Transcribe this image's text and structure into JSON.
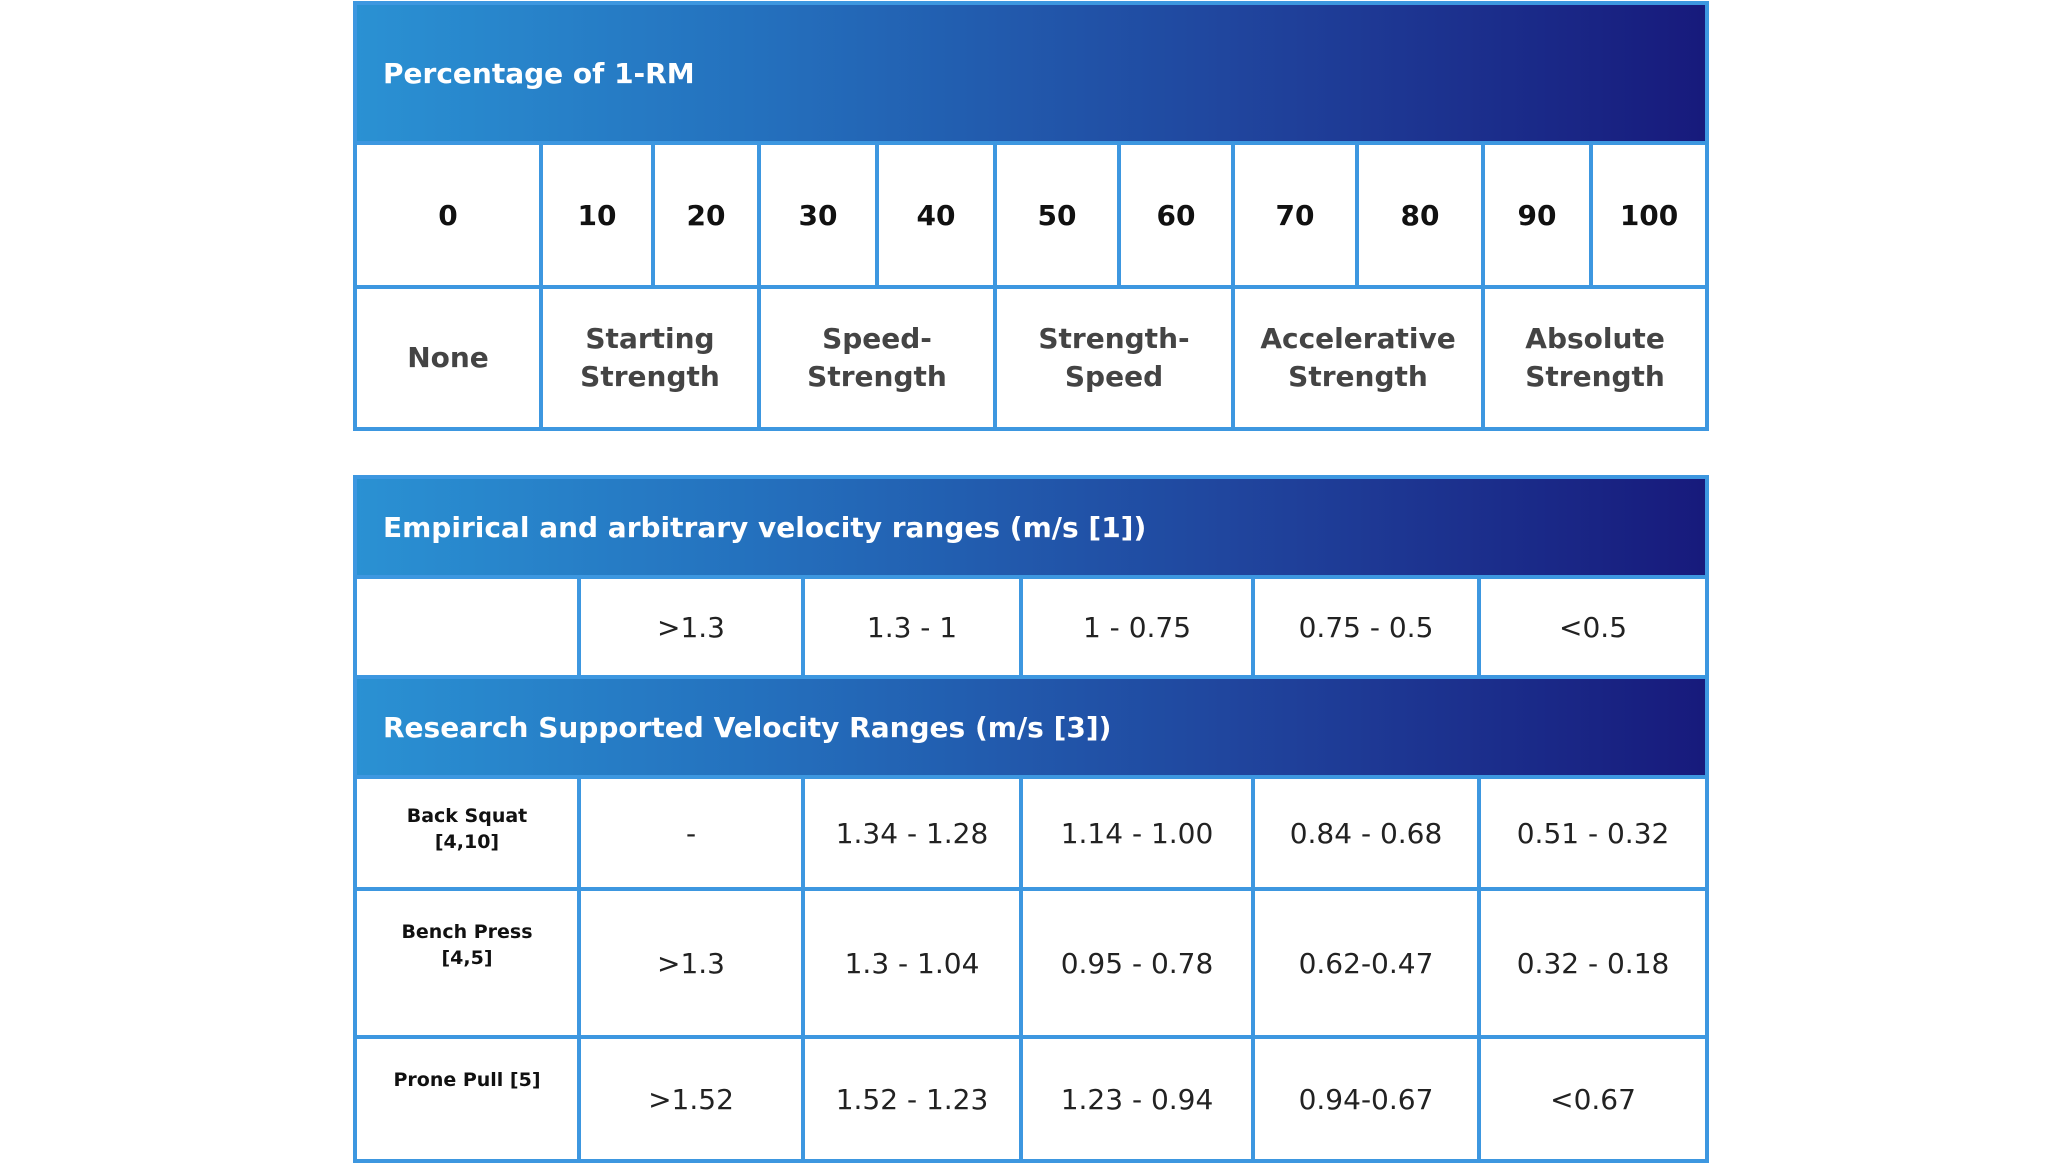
{
  "one_rm_table": {
    "title": "Percentage of 1-RM",
    "percentages": [
      "0",
      "10",
      "20",
      "30",
      "40",
      "50",
      "60",
      "70",
      "80",
      "90",
      "100"
    ],
    "zones": [
      {
        "line1": "None",
        "line2": ""
      },
      {
        "line1": "Starting",
        "line2": "Strength"
      },
      {
        "line1": "Speed-",
        "line2": "Strength"
      },
      {
        "line1": "Strength-",
        "line2": "Speed"
      },
      {
        "line1": "Accelerative",
        "line2": "Strength"
      },
      {
        "line1": "Absolute",
        "line2": "Strength"
      }
    ]
  },
  "velocity_table": {
    "empirical_title": "Empirical and arbitrary velocity ranges (m/s [1])",
    "empirical_ranges": [
      ">1.3",
      "1.3 - 1",
      "1 - 0.75",
      "0.75 - 0.5",
      "<0.5"
    ],
    "research_title": "Research Supported Velocity Ranges (m/s [3])",
    "exercises": [
      {
        "name1": "Back Squat",
        "name2": "[4,10]",
        "values": [
          "-",
          "1.34 - 1.28",
          "1.14 - 1.00",
          "0.84 - 0.68",
          "0.51 - 0.32"
        ]
      },
      {
        "name1": "Bench Press",
        "name2": "[4,5]",
        "values": [
          ">1.3",
          "1.3 - 1.04",
          "0.95 - 0.78",
          "0.62-0.47",
          "0.32 - 0.18"
        ]
      },
      {
        "name1": "Prone Pull [5]",
        "name2": "",
        "values": [
          ">1.52",
          "1.52 - 1.23",
          "1.23 - 0.94",
          "0.94-0.67",
          "<0.67"
        ]
      }
    ]
  },
  "colors": {
    "border": "#3d97e0",
    "header_start": "#2a91d3",
    "header_end": "#171a7c"
  }
}
